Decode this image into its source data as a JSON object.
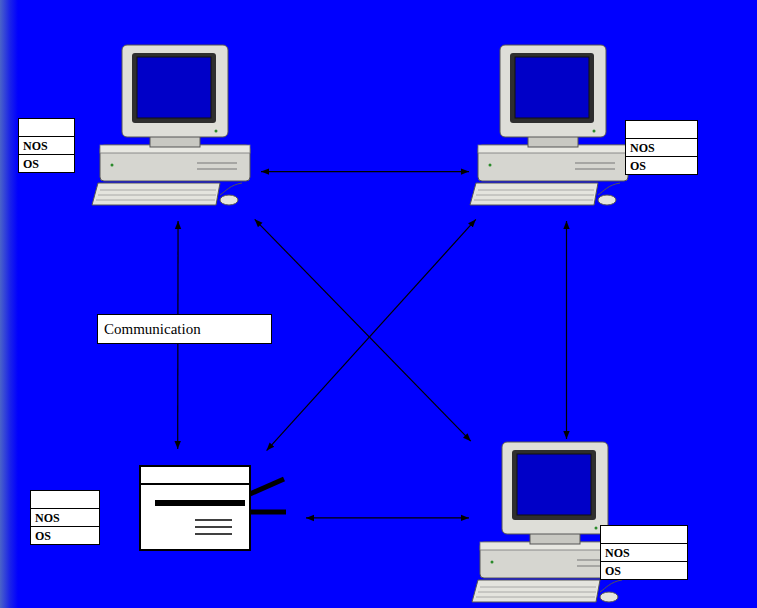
{
  "diagram": {
    "nodes": [
      {
        "text": [
          "NOS",
          "OS"
        ]
      },
      {
        "text": [
          "NOS",
          "OS"
        ]
      },
      {
        "text": [
          "NOS",
          "OS"
        ]
      },
      {
        "text": [
          "NOS",
          "OS"
        ]
      }
    ],
    "edges": [
      {
        "from": 0,
        "to": 1,
        "arrow": "both"
      },
      {
        "from": 0,
        "to": 2,
        "label": "Communication",
        "arrow": "both"
      },
      {
        "from": 0,
        "to": 3,
        "arrow": "both"
      },
      {
        "from": 1,
        "to": 2,
        "arrow": "both"
      },
      {
        "from": 1,
        "to": 3,
        "arrow": "both"
      },
      {
        "from": 2,
        "to": 3,
        "arrow": "both"
      }
    ]
  }
}
